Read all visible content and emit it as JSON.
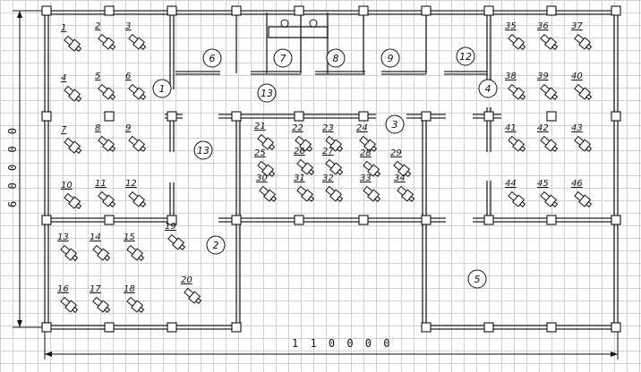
{
  "dimensions": {
    "width_label": "1 1 0 0 0 0",
    "height_label": "6 0 0 0 0"
  },
  "zones": [
    "1",
    "2",
    "3",
    "4",
    "5",
    "6",
    "7",
    "8",
    "9",
    "12",
    "13",
    "13"
  ],
  "machines": [
    "1",
    "2",
    "3",
    "4",
    "5",
    "6",
    "7",
    "8",
    "9",
    "10",
    "11",
    "12",
    "13",
    "14",
    "15",
    "16",
    "17",
    "18",
    "19",
    "20",
    "21",
    "22",
    "23",
    "24",
    "25",
    "26",
    "27",
    "28",
    "29",
    "30",
    "31",
    "32",
    "33",
    "34",
    "35",
    "36",
    "37",
    "38",
    "39",
    "40",
    "41",
    "42",
    "43",
    "44",
    "45",
    "46"
  ]
}
